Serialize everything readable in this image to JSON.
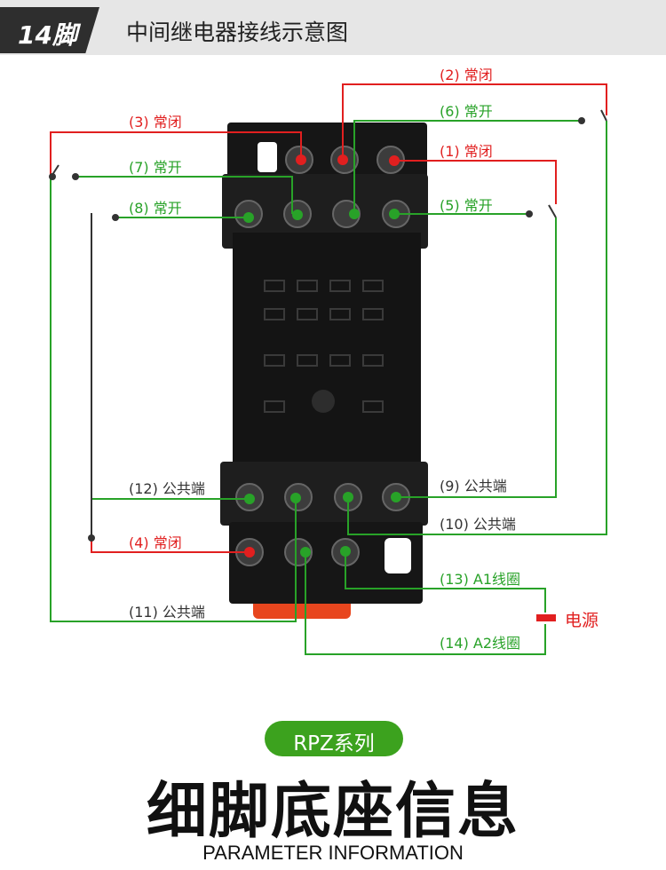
{
  "header": {
    "badge": "14脚",
    "title": "中间继电器接线示意图"
  },
  "colors": {
    "nc": "#e11f1f",
    "no": "#28a228",
    "common": "#28a228",
    "coil": "#28a228",
    "power": "#e11f1f",
    "pill": "#3ca21e"
  },
  "terminals": {
    "t1": "(1) 常闭",
    "t2": "(2) 常闭",
    "t3": "(3) 常闭",
    "t4": "(4) 常闭",
    "t5": "(5) 常开",
    "t6": "(6) 常开",
    "t7": "(7) 常开",
    "t8": "(8) 常开",
    "t9": "(9) 公共端",
    "t10": "(10) 公共端",
    "t11": "(11) 公共端",
    "t12": "(12) 公共端",
    "t13": "(13) A1线圈",
    "t14": "(14) A2线圈"
  },
  "power_label": "电源",
  "footer": {
    "series": "RPZ系列",
    "title": "细脚底座信息",
    "subtitle": "PARAMETER INFORMATION"
  }
}
